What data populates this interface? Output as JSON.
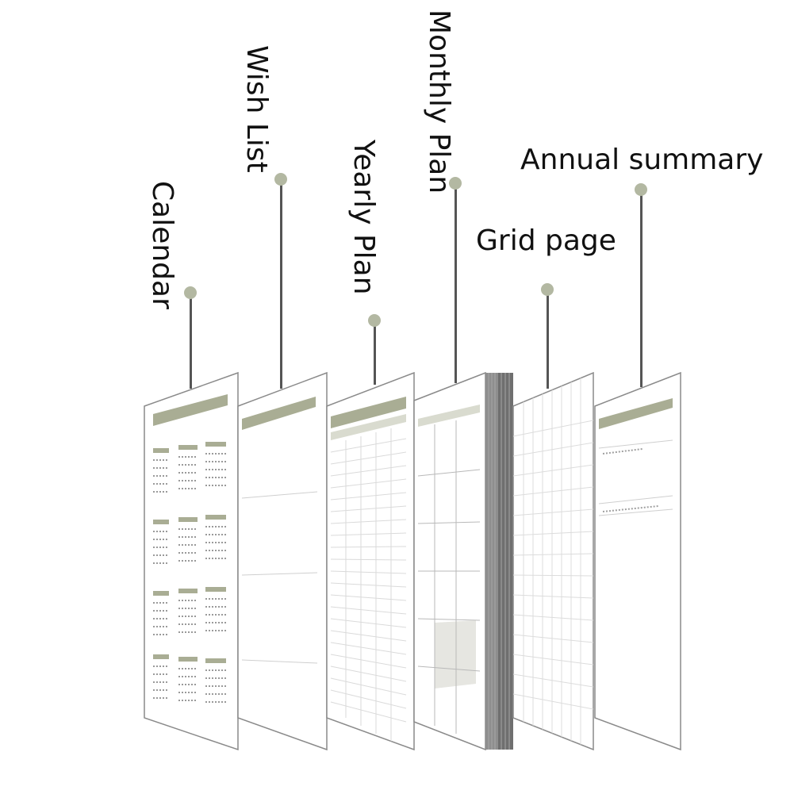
{
  "labels": {
    "calendar": "Calendar",
    "wish_list": "Wish List",
    "yearly_plan": "Yearly Plan",
    "monthly_plan": "Monthly Plan",
    "grid_page": "Grid page",
    "annual_summary": "Annual summary"
  },
  "colors": {
    "accent": "#a9ad94",
    "stem": "#555555",
    "dot": "#b3b8a2",
    "page_border": "#8a8a8a",
    "spine": "#777777",
    "faint_line": "#dadada"
  }
}
